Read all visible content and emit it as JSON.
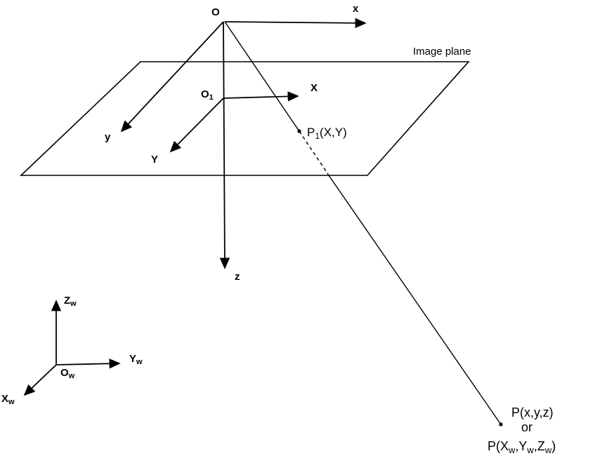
{
  "diagram": {
    "background": "#ffffff",
    "line_color": "#000000",
    "labels": {
      "camera_origin": "O",
      "camera_axis_x": "x",
      "camera_axis_y": "y",
      "camera_axis_z": "z",
      "image_plane": "Image plane",
      "image_origin": {
        "main": "O",
        "sub": "1"
      },
      "image_axis_x": "X",
      "image_axis_y": "Y",
      "image_point": {
        "main": "P",
        "sub": "1",
        "coords": "(X,Y)"
      },
      "world_axis_z": {
        "main": "Z",
        "sub": "w"
      },
      "world_axis_y": {
        "main": "Y",
        "sub": "w"
      },
      "world_axis_x": {
        "main": "X",
        "sub": "w"
      },
      "world_origin": {
        "main": "O",
        "sub": "w"
      },
      "world_point": {
        "line1": "P(x,y,z)",
        "line2": "or",
        "line3": {
          "p1": "P(X",
          "s1": "w",
          "p2": ",Y",
          "s2": "w",
          "p3": ",Z",
          "s3": "w",
          "p4": ")"
        }
      }
    }
  }
}
